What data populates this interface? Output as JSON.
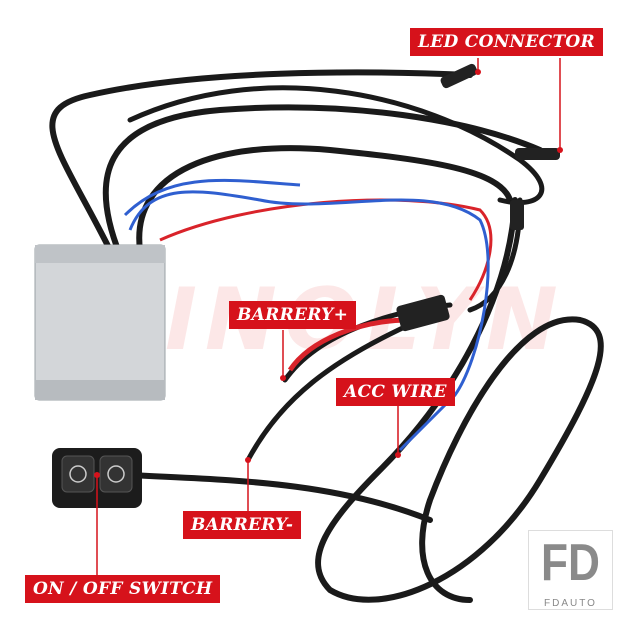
{
  "watermark": "SINOLYN",
  "labels": {
    "led_connector": "LED CONNECTOR",
    "battery_plus": "BARRERY+",
    "acc_wire": "ACC WIRE",
    "battery_minus": "BARRERY-",
    "switch": "ON / OFF SWITCH"
  },
  "logo": {
    "mark": "FD",
    "name": "FDAUTO"
  },
  "colors": {
    "label_bg": "#d6121b",
    "wire": "#1a1a1a",
    "blue_wire": "#2f5fd0",
    "red_wire": "#d9232a"
  }
}
